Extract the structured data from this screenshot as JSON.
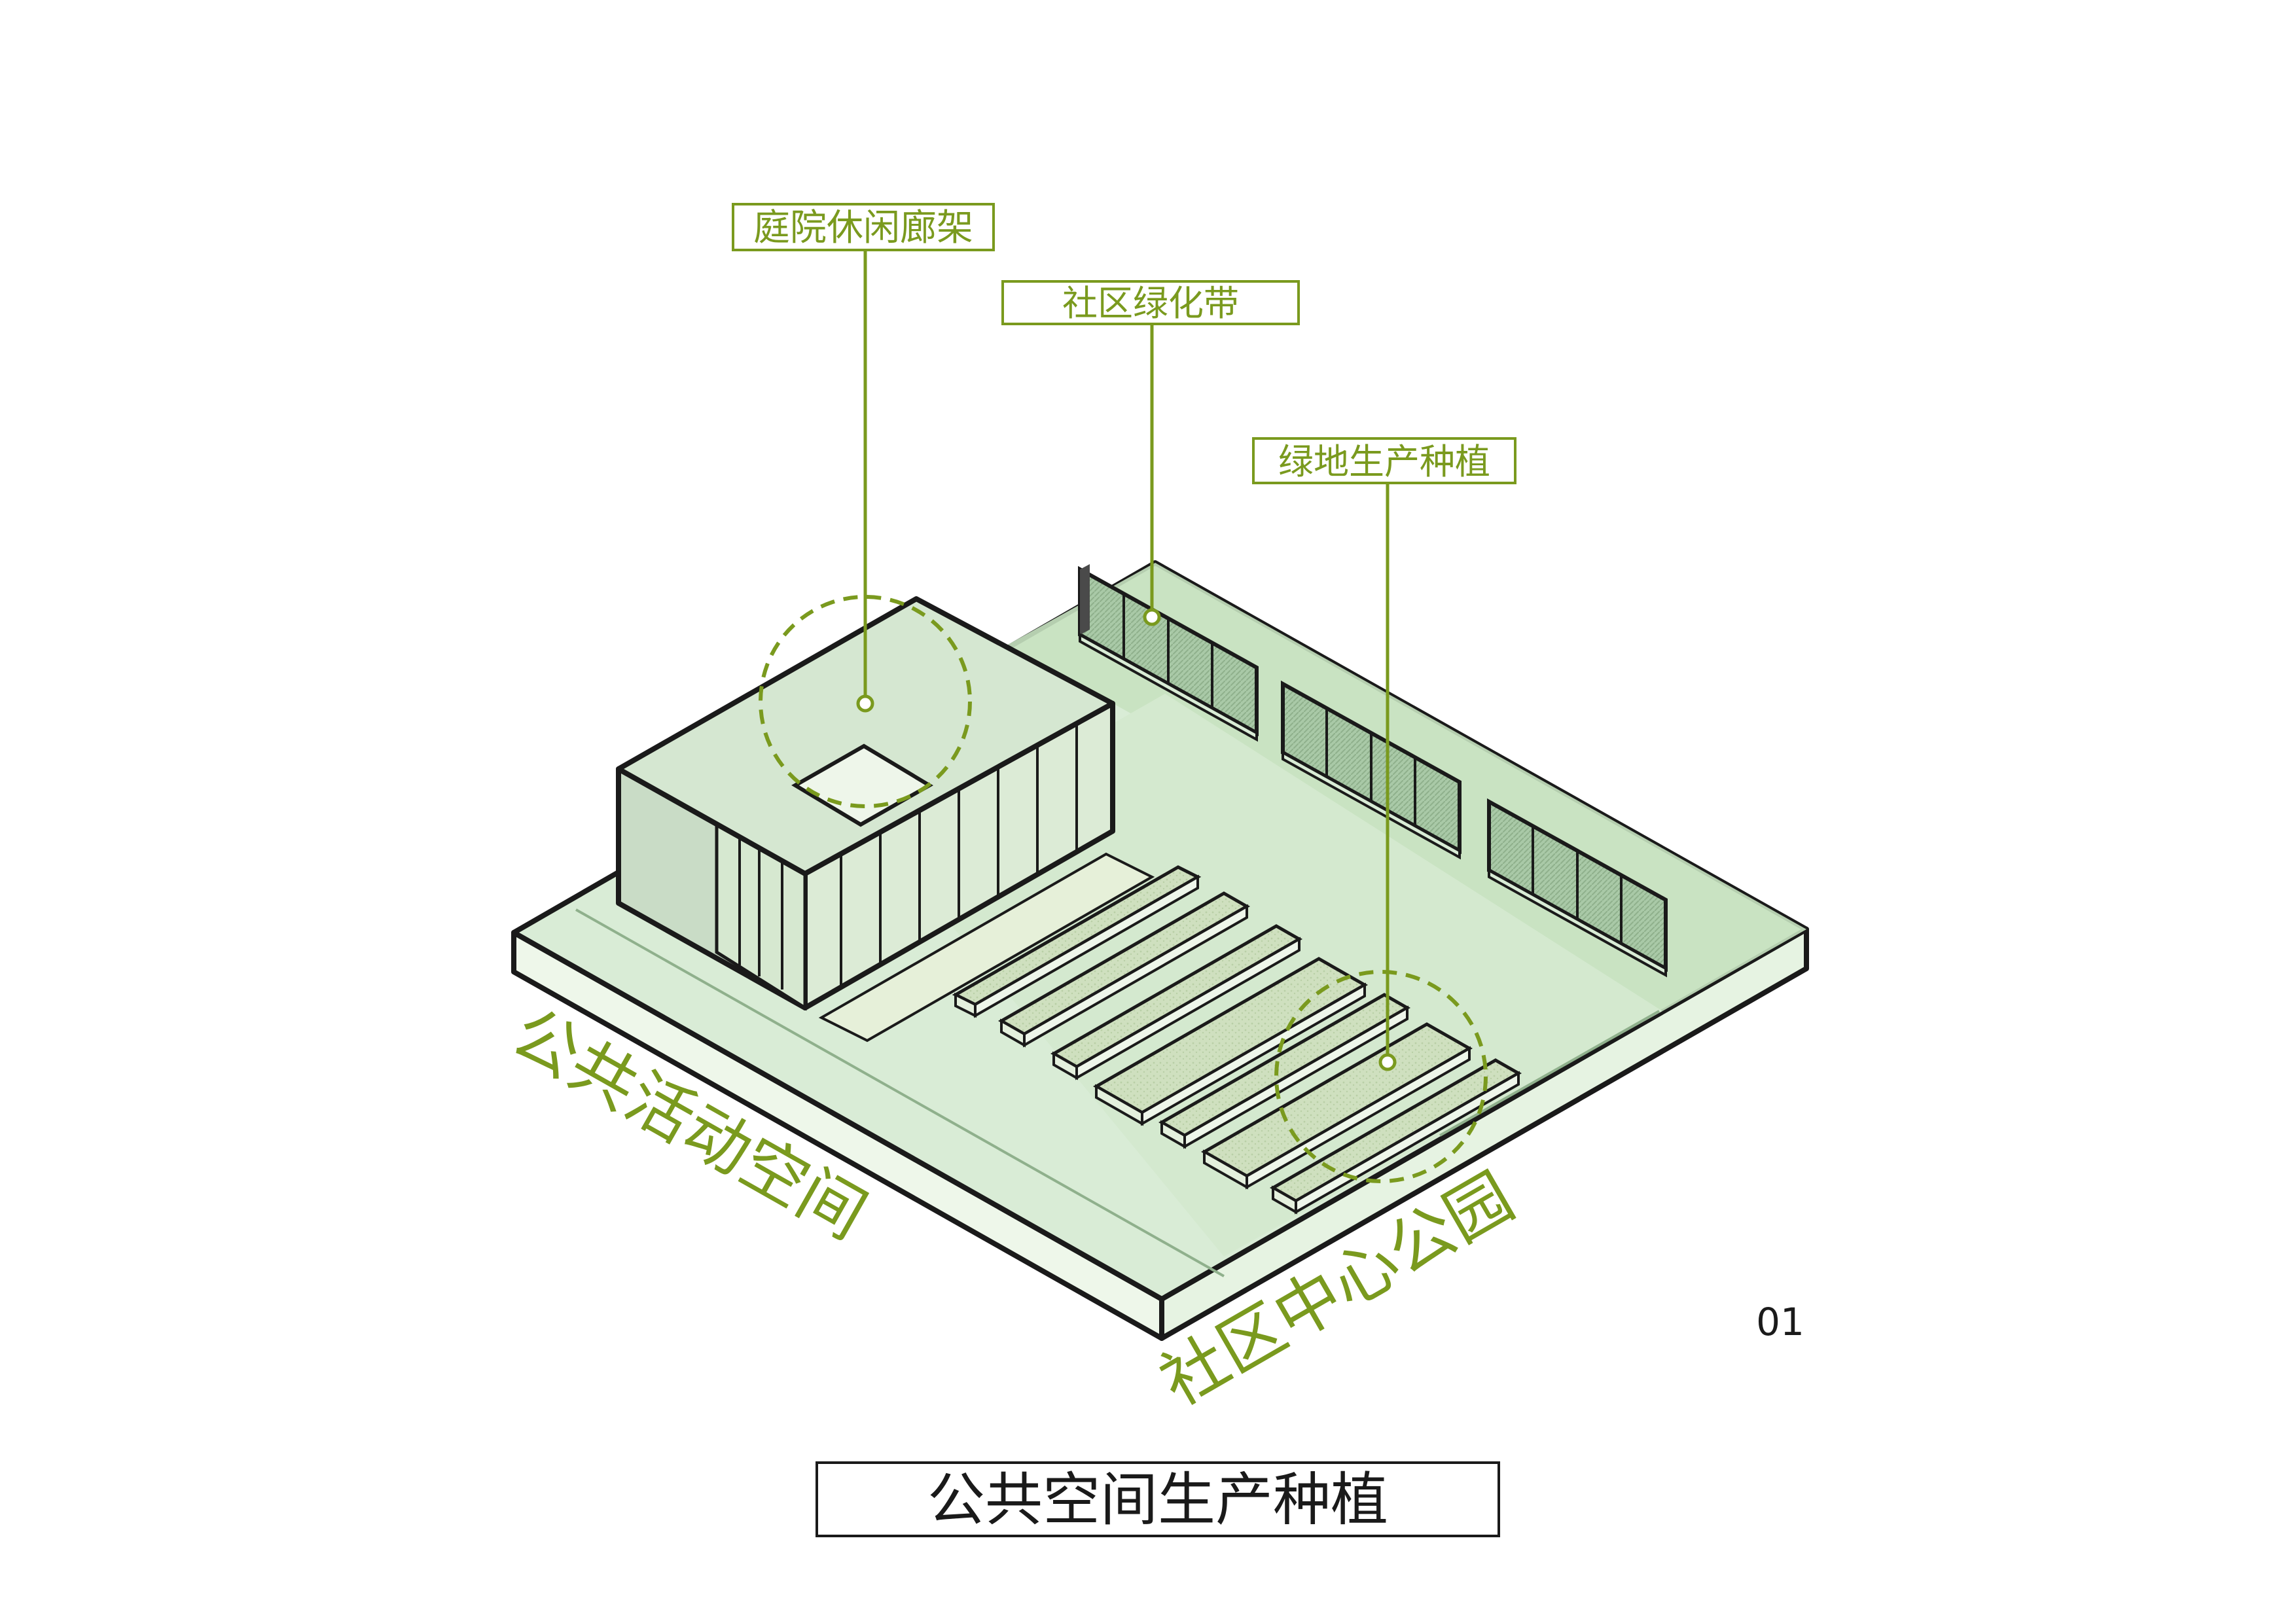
{
  "callouts": {
    "courtyard_pergola": "庭院休闲廊架",
    "green_belt": "社区绿化带",
    "green_production": "绿地生产种植"
  },
  "edge_labels": {
    "left": "公共活动空间",
    "right": "社区中心公园"
  },
  "page_number": "01",
  "caption": "公共空间生产种植",
  "colors": {
    "accent": "#7a9a1e",
    "platform_top": "#d9ecd6",
    "platform_side": "#eef7ea",
    "green_area": "#c7e2c0",
    "outline": "#1a1a1a"
  }
}
